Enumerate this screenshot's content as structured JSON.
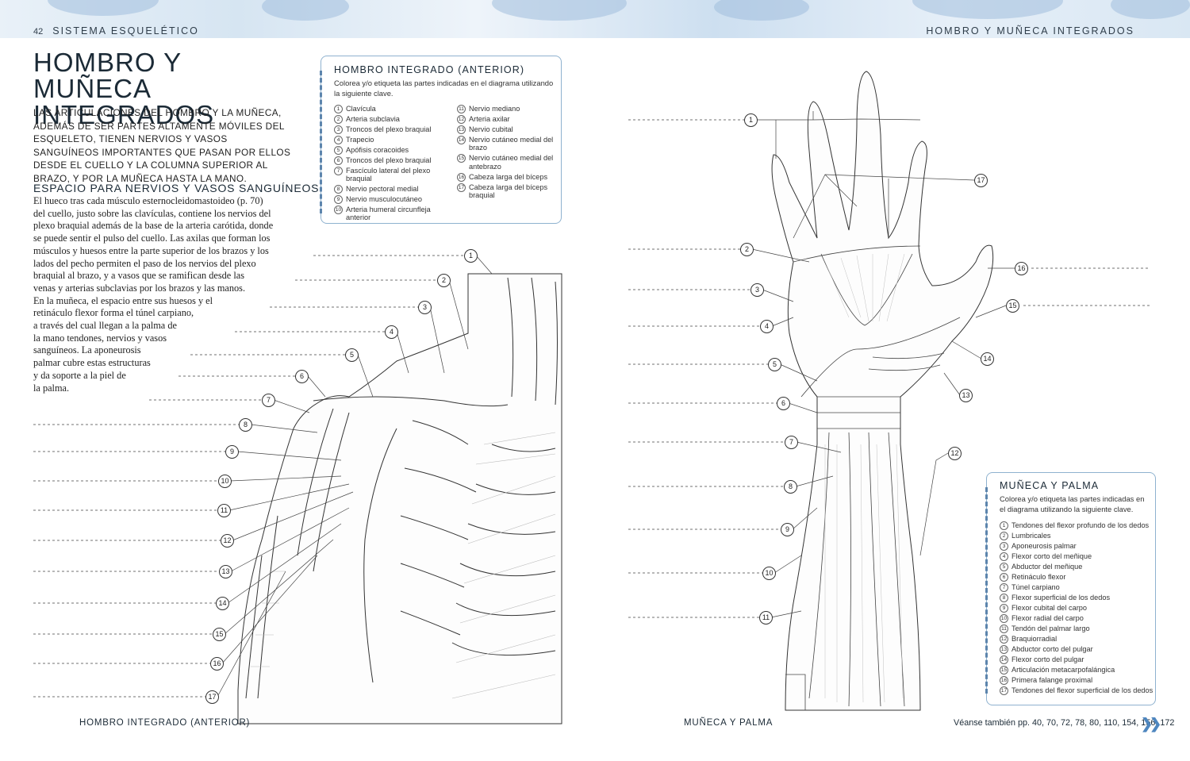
{
  "header": {
    "page_number": "42",
    "section": "SISTEMA ESQUELÉTICO",
    "right_title": "HOMBRO Y MUÑECA INTEGRADOS"
  },
  "title": "HOMBRO Y MUÑECA INTEGRADOS",
  "intro": "LAS ARTICULACIONES DEL HOMBRO Y LA MUÑECA, ADEMÁS DE SER PARTES ALTAMENTE MÓVILES DEL ESQUELETO, TIENEN NERVIOS Y VASOS SANGUÍNEOS IMPORTANTES QUE PASAN POR ELLOS DESDE EL CUELLO Y LA COLUMNA SUPERIOR AL BRAZO, Y POR LA MUÑECA HASTA LA MANO.",
  "subheading": "ESPACIO PARA NERVIOS Y VASOS SANGUÍNEOS",
  "body_lines": [
    "El hueco tras cada músculo esternocleidomastoideo (p. 70)",
    "del cuello, justo sobre las clavículas, contiene los nervios del",
    "plexo braquial además de la base de la arteria carótida, donde",
    "se puede sentir el pulso del cuello. Las axilas que forman los",
    "músculos y huesos entre la parte superior de los brazos y los",
    "lados del pecho permiten el paso de los nervios del plexo",
    "braquial al brazo, y a vasos que se ramifican desde las",
    "venas y arterias subclavias por los brazos y las manos.",
    "En la muñeca, el espacio entre sus huesos y el",
    "retináculo flexor forma el túnel carpiano,",
    "a través del cual llegan a la palma de",
    "la mano tendones, nervios y vasos",
    "sanguíneos. La aponeurosis",
    "palmar cubre estas estructuras",
    "y da soporte a la piel de",
    "la palma."
  ],
  "shoulder_key": {
    "title": "HOMBRO INTEGRADO (ANTERIOR)",
    "intro": "Colorea y/o etiqueta las partes indicadas en el diagrama utilizando la siguiente clave.",
    "col1": [
      {
        "n": "1",
        "label": "Clavícula"
      },
      {
        "n": "2",
        "label": "Arteria subclavia"
      },
      {
        "n": "3",
        "label": "Troncos del plexo braquial"
      },
      {
        "n": "4",
        "label": "Trapecio"
      },
      {
        "n": "5",
        "label": "Apófisis coracoides"
      },
      {
        "n": "6",
        "label": "Troncos del plexo braquial"
      },
      {
        "n": "7",
        "label": "Fascículo lateral del plexo braquial"
      },
      {
        "n": "8",
        "label": "Nervio pectoral medial"
      },
      {
        "n": "9",
        "label": "Nervio musculocutáneo"
      },
      {
        "n": "10",
        "label": "Arteria humeral circunfleja anterior"
      }
    ],
    "col2": [
      {
        "n": "11",
        "label": "Nervio mediano"
      },
      {
        "n": "12",
        "label": "Arteria axilar"
      },
      {
        "n": "13",
        "label": "Nervio cubital"
      },
      {
        "n": "14",
        "label": "Nervio cutáneo medial del brazo"
      },
      {
        "n": "15",
        "label": "Nervio cutáneo medial del antebrazo"
      },
      {
        "n": "16",
        "label": "Cabeza larga del bíceps"
      },
      {
        "n": "17",
        "label": "Cabeza larga del bíceps braquial"
      }
    ]
  },
  "wrist_key": {
    "title": "MUÑECA Y PALMA",
    "intro": "Colorea y/o etiqueta las partes indicadas en el diagrama utilizando la siguiente clave.",
    "items": [
      {
        "n": "1",
        "label": "Tendones del flexor profundo de los dedos"
      },
      {
        "n": "2",
        "label": "Lumbricales"
      },
      {
        "n": "3",
        "label": "Aponeurosis palmar"
      },
      {
        "n": "4",
        "label": "Flexor corto del meñique"
      },
      {
        "n": "5",
        "label": "Abductor del meñique"
      },
      {
        "n": "6",
        "label": "Retináculo flexor"
      },
      {
        "n": "7",
        "label": "Túnel carpiano"
      },
      {
        "n": "8",
        "label": "Flexor superficial de los dedos"
      },
      {
        "n": "9",
        "label": "Flexor cubital del carpo"
      },
      {
        "n": "10",
        "label": "Flexor radial del carpo"
      },
      {
        "n": "11",
        "label": "Tendón del palmar largo"
      },
      {
        "n": "12",
        "label": "Braquiorradial"
      },
      {
        "n": "13",
        "label": "Abductor corto del pulgar"
      },
      {
        "n": "14",
        "label": "Flexor corto del pulgar"
      },
      {
        "n": "15",
        "label": "Articulación metacarpofalángica"
      },
      {
        "n": "16",
        "label": "Primera falange proximal"
      },
      {
        "n": "17",
        "label": "Tendones del flexor superficial de los dedos"
      }
    ]
  },
  "shoulder_markers": [
    "1",
    "2",
    "3",
    "4",
    "5",
    "6",
    "7",
    "8",
    "9",
    "10",
    "11",
    "12",
    "13",
    "14",
    "15",
    "16",
    "17"
  ],
  "wrist_markers": [
    "1",
    "2",
    "3",
    "4",
    "5",
    "6",
    "7",
    "8",
    "9",
    "10",
    "11",
    "12",
    "13",
    "14",
    "15",
    "16",
    "17"
  ],
  "captions": {
    "shoulder": "HOMBRO INTEGRADO (ANTERIOR)",
    "wrist": "MUÑECA Y PALMA"
  },
  "see_also": "Véanse también pp. 40, 70, 72, 78, 80, 110, 154, 156, 172",
  "see_also_icon": "double-chevron-right-icon",
  "colors": {
    "accent": "#4e86bf",
    "box_border": "#8fb2cf",
    "banner": "#d6e5f2"
  }
}
